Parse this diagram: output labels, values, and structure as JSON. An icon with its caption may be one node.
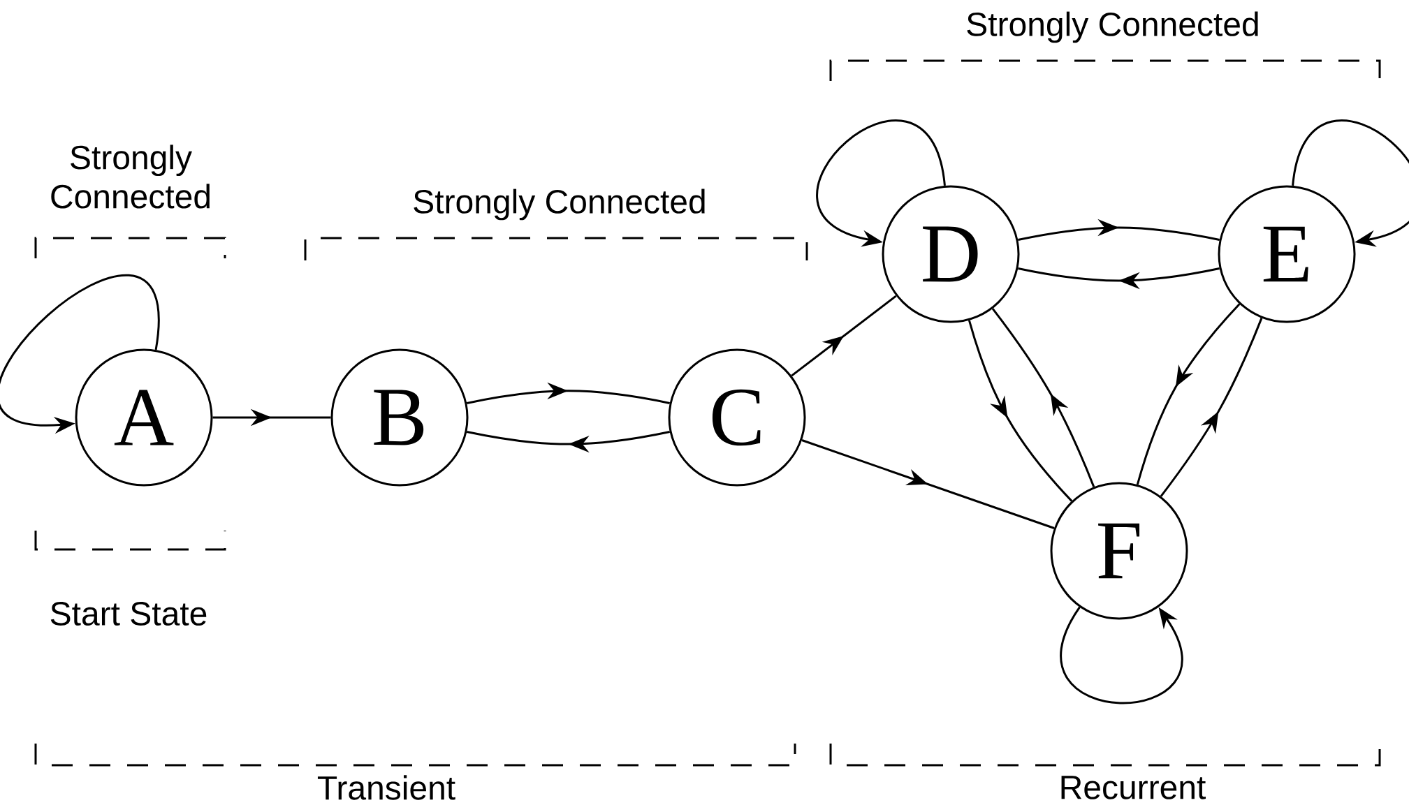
{
  "diagram": {
    "nodes": [
      {
        "text": [
          "A"
        ]
      },
      {
        "text": [
          "B"
        ]
      },
      {
        "text": [
          "C"
        ]
      },
      {
        "text": [
          "D"
        ]
      },
      {
        "text": [
          "E"
        ]
      },
      {
        "text": [
          "F"
        ]
      }
    ],
    "edges": [
      {
        "from": 0,
        "to": 0,
        "arrow": "to"
      },
      {
        "from": 0,
        "to": 1,
        "arrow": "to"
      },
      {
        "from": 1,
        "to": 2,
        "arrow": "to"
      },
      {
        "from": 2,
        "to": 1,
        "arrow": "to"
      },
      {
        "from": 2,
        "to": 3,
        "arrow": "to"
      },
      {
        "from": 2,
        "to": 5,
        "arrow": "to"
      },
      {
        "from": 3,
        "to": 3,
        "arrow": "to"
      },
      {
        "from": 3,
        "to": 4,
        "arrow": "to"
      },
      {
        "from": 4,
        "to": 3,
        "arrow": "to"
      },
      {
        "from": 4,
        "to": 4,
        "arrow": "to"
      },
      {
        "from": 3,
        "to": 5,
        "arrow": "to"
      },
      {
        "from": 5,
        "to": 3,
        "arrow": "to"
      },
      {
        "from": 5,
        "to": 4,
        "arrow": "to"
      },
      {
        "from": 4,
        "to": 5,
        "arrow": "to"
      },
      {
        "from": 5,
        "to": 5,
        "arrow": "to"
      }
    ],
    "labels": [
      "Strongly Connected",
      "Strongly Connected",
      "Strongly Connected",
      "Start State",
      "Transient",
      "Recurrent"
    ]
  }
}
